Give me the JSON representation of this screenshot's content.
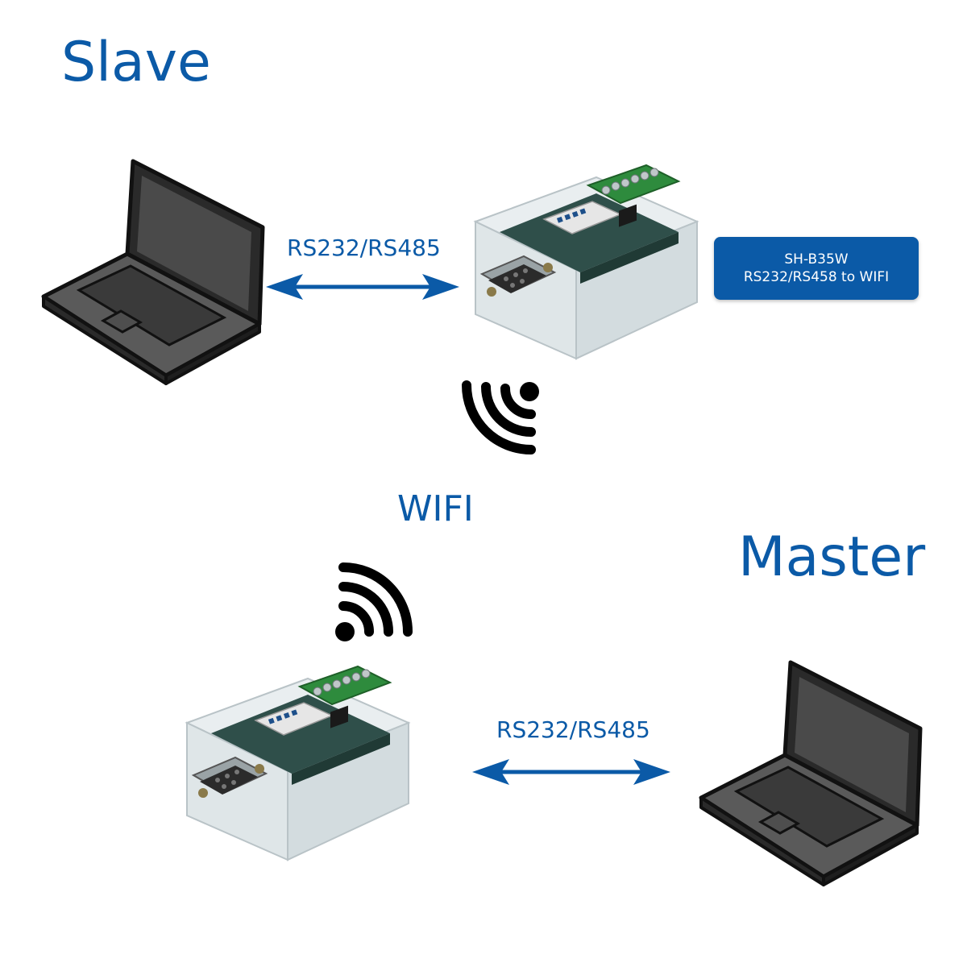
{
  "slave": {
    "heading": "Slave",
    "link_label": "RS232/RS485"
  },
  "master": {
    "heading": "Master",
    "link_label": "RS232/RS485"
  },
  "wifi": {
    "label": "WIFI"
  },
  "product_badge": {
    "model": "SH-B35W",
    "description": "RS232/RS458 to WIFI"
  },
  "icons": {
    "laptop": "laptop-icon",
    "converter": "converter-device",
    "arrow": "double-arrow",
    "wifi": "wifi-signal-icon"
  },
  "colors": {
    "accent": "#0b5aa7",
    "terminal_green": "#2e8b3d",
    "laptop_dark": "#3a3a3a"
  }
}
